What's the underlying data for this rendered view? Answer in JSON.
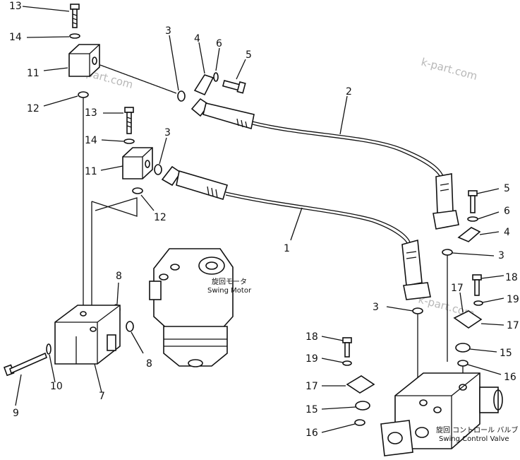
{
  "parts": {
    "p13a": "13",
    "p14a": "14",
    "p11a": "11",
    "p12a": "12",
    "p13b": "13",
    "p14b": "14",
    "p11b": "11",
    "p12b": "12",
    "p3a": "3",
    "p4a": "4",
    "p6a": "6",
    "p5a": "5",
    "p2": "2",
    "p3b": "3",
    "p1": "1",
    "p5b": "5",
    "p6b": "6",
    "p4b": "4",
    "p3c": "3",
    "p18a": "18",
    "p17a": "17",
    "p19a": "19",
    "p17b": "17",
    "p3d": "3",
    "p15a": "15",
    "p16a": "16",
    "p18b": "18",
    "p19b": "19",
    "p17c": "17",
    "p15b": "15",
    "p16b": "16",
    "p8a": "8",
    "p8b": "8",
    "p9": "9",
    "p10": "10",
    "p7": "7"
  },
  "captions": {
    "swing_motor_jp": "旋回モータ",
    "swing_motor_en": "Swing Motor",
    "swing_valve_jp": "旋回 コントロール バルブ",
    "swing_valve_en": "Swing Control Valve"
  },
  "watermarks": [
    "k-part.com",
    "k-part.com",
    "k-part.com"
  ]
}
